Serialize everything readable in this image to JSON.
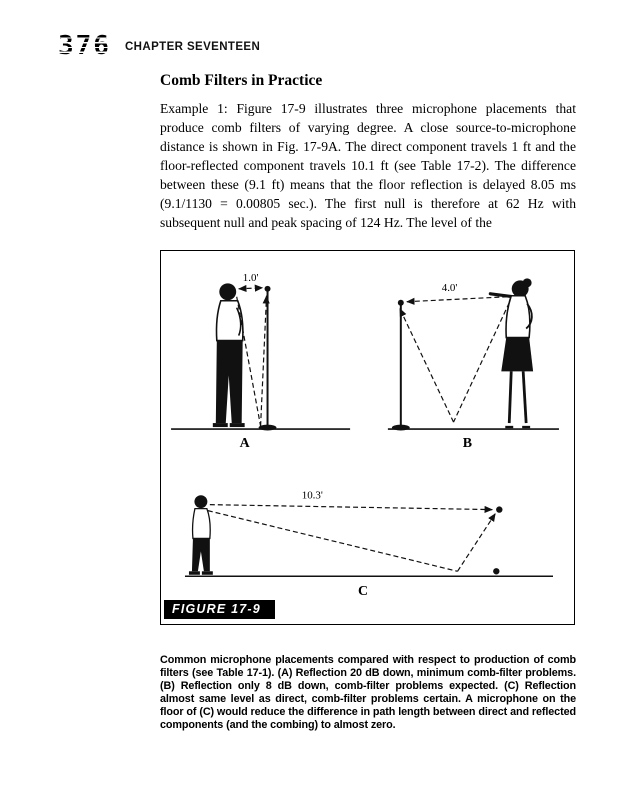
{
  "page": {
    "number": "376",
    "chapter": "CHAPTER SEVENTEEN"
  },
  "section": {
    "title": "Comb Filters in Practice",
    "body": "Example 1: Figure 17-9 illustrates three microphone placements that produce comb filters of varying degree. A close source-to-microphone distance is shown in Fig. 17-9A. The direct component travels 1 ft and the floor-reflected component travels 10.1 ft (see Table 17-2). The difference between these (9.1 ft) means that the floor reflection is delayed 8.05 ms (9.1/1130 = 0.00805 sec.). The first null is therefore at 62 Hz with subsequent null and peak spacing of 124 Hz. The level of the"
  },
  "figure": {
    "label": "FIGURE 17-9",
    "panels": [
      {
        "id": "A",
        "distance": "1.0'"
      },
      {
        "id": "B",
        "distance": "4.0'"
      },
      {
        "id": "C",
        "distance": "10.3'"
      }
    ],
    "caption": "Common microphone placements compared with respect to production of comb filters (see Table 17-1). (A) Reflection 20 dB down, minimum comb-filter problems. (B) Reflection only 8 dB down, comb-filter problems expected. (C) Reflection almost same level as direct, comb-filter problems certain. A microphone on the floor of (C) would reduce the difference in path length between direct and reflected components (and the combing) to almost zero."
  },
  "colors": {
    "ink": "#111111",
    "paper": "#ffffff"
  }
}
